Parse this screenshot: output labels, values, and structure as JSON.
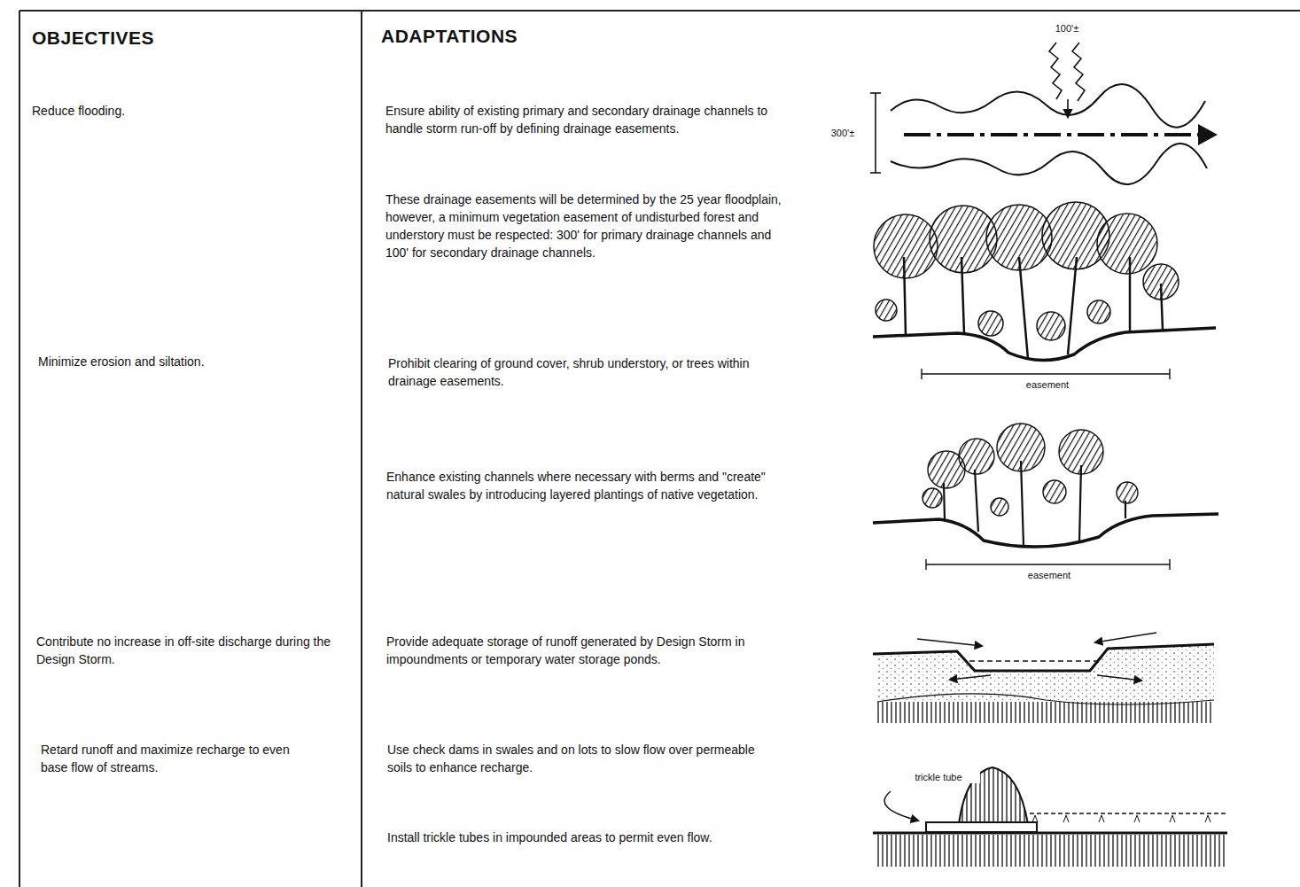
{
  "diagram": {
    "labels": [
      "OBJECTIVES",
      "ADAPTATIONS",
      "100'±",
      "Reduce flooding.",
      "Ensure ability of existing primary and secondary drainage channels to handle storm run-off by defining drainage easements.",
      "300'±",
      "These drainage easements will be determined by the 25 year floodplain, however, a minimum vegetation easement of undisturbed forest and understory must be respected: 300' for primary drainage channels and 100' for secondary drainage channels.",
      "Minimize erosion and siltation.",
      "Prohibit clearing of ground cover, shrub understory, or trees within drainage easements.",
      "easement",
      "Enhance existing channels where necessary with berms and \"create\" natural swales by introducing layered plantings of native vegetation.",
      "easement",
      "Contribute no increase in off-site discharge during the Design Storm.",
      "Provide adequate storage of runoff generated by Design Storm in impoundments or temporary water storage ponds.",
      "Retard runoff and maximize recharge to even base flow of streams.",
      "Use check dams in swales and on lots to slow flow over permeable soils to enhance recharge.",
      "trickle tube",
      "Install trickle tubes in impounded areas to permit even flow."
    ]
  }
}
